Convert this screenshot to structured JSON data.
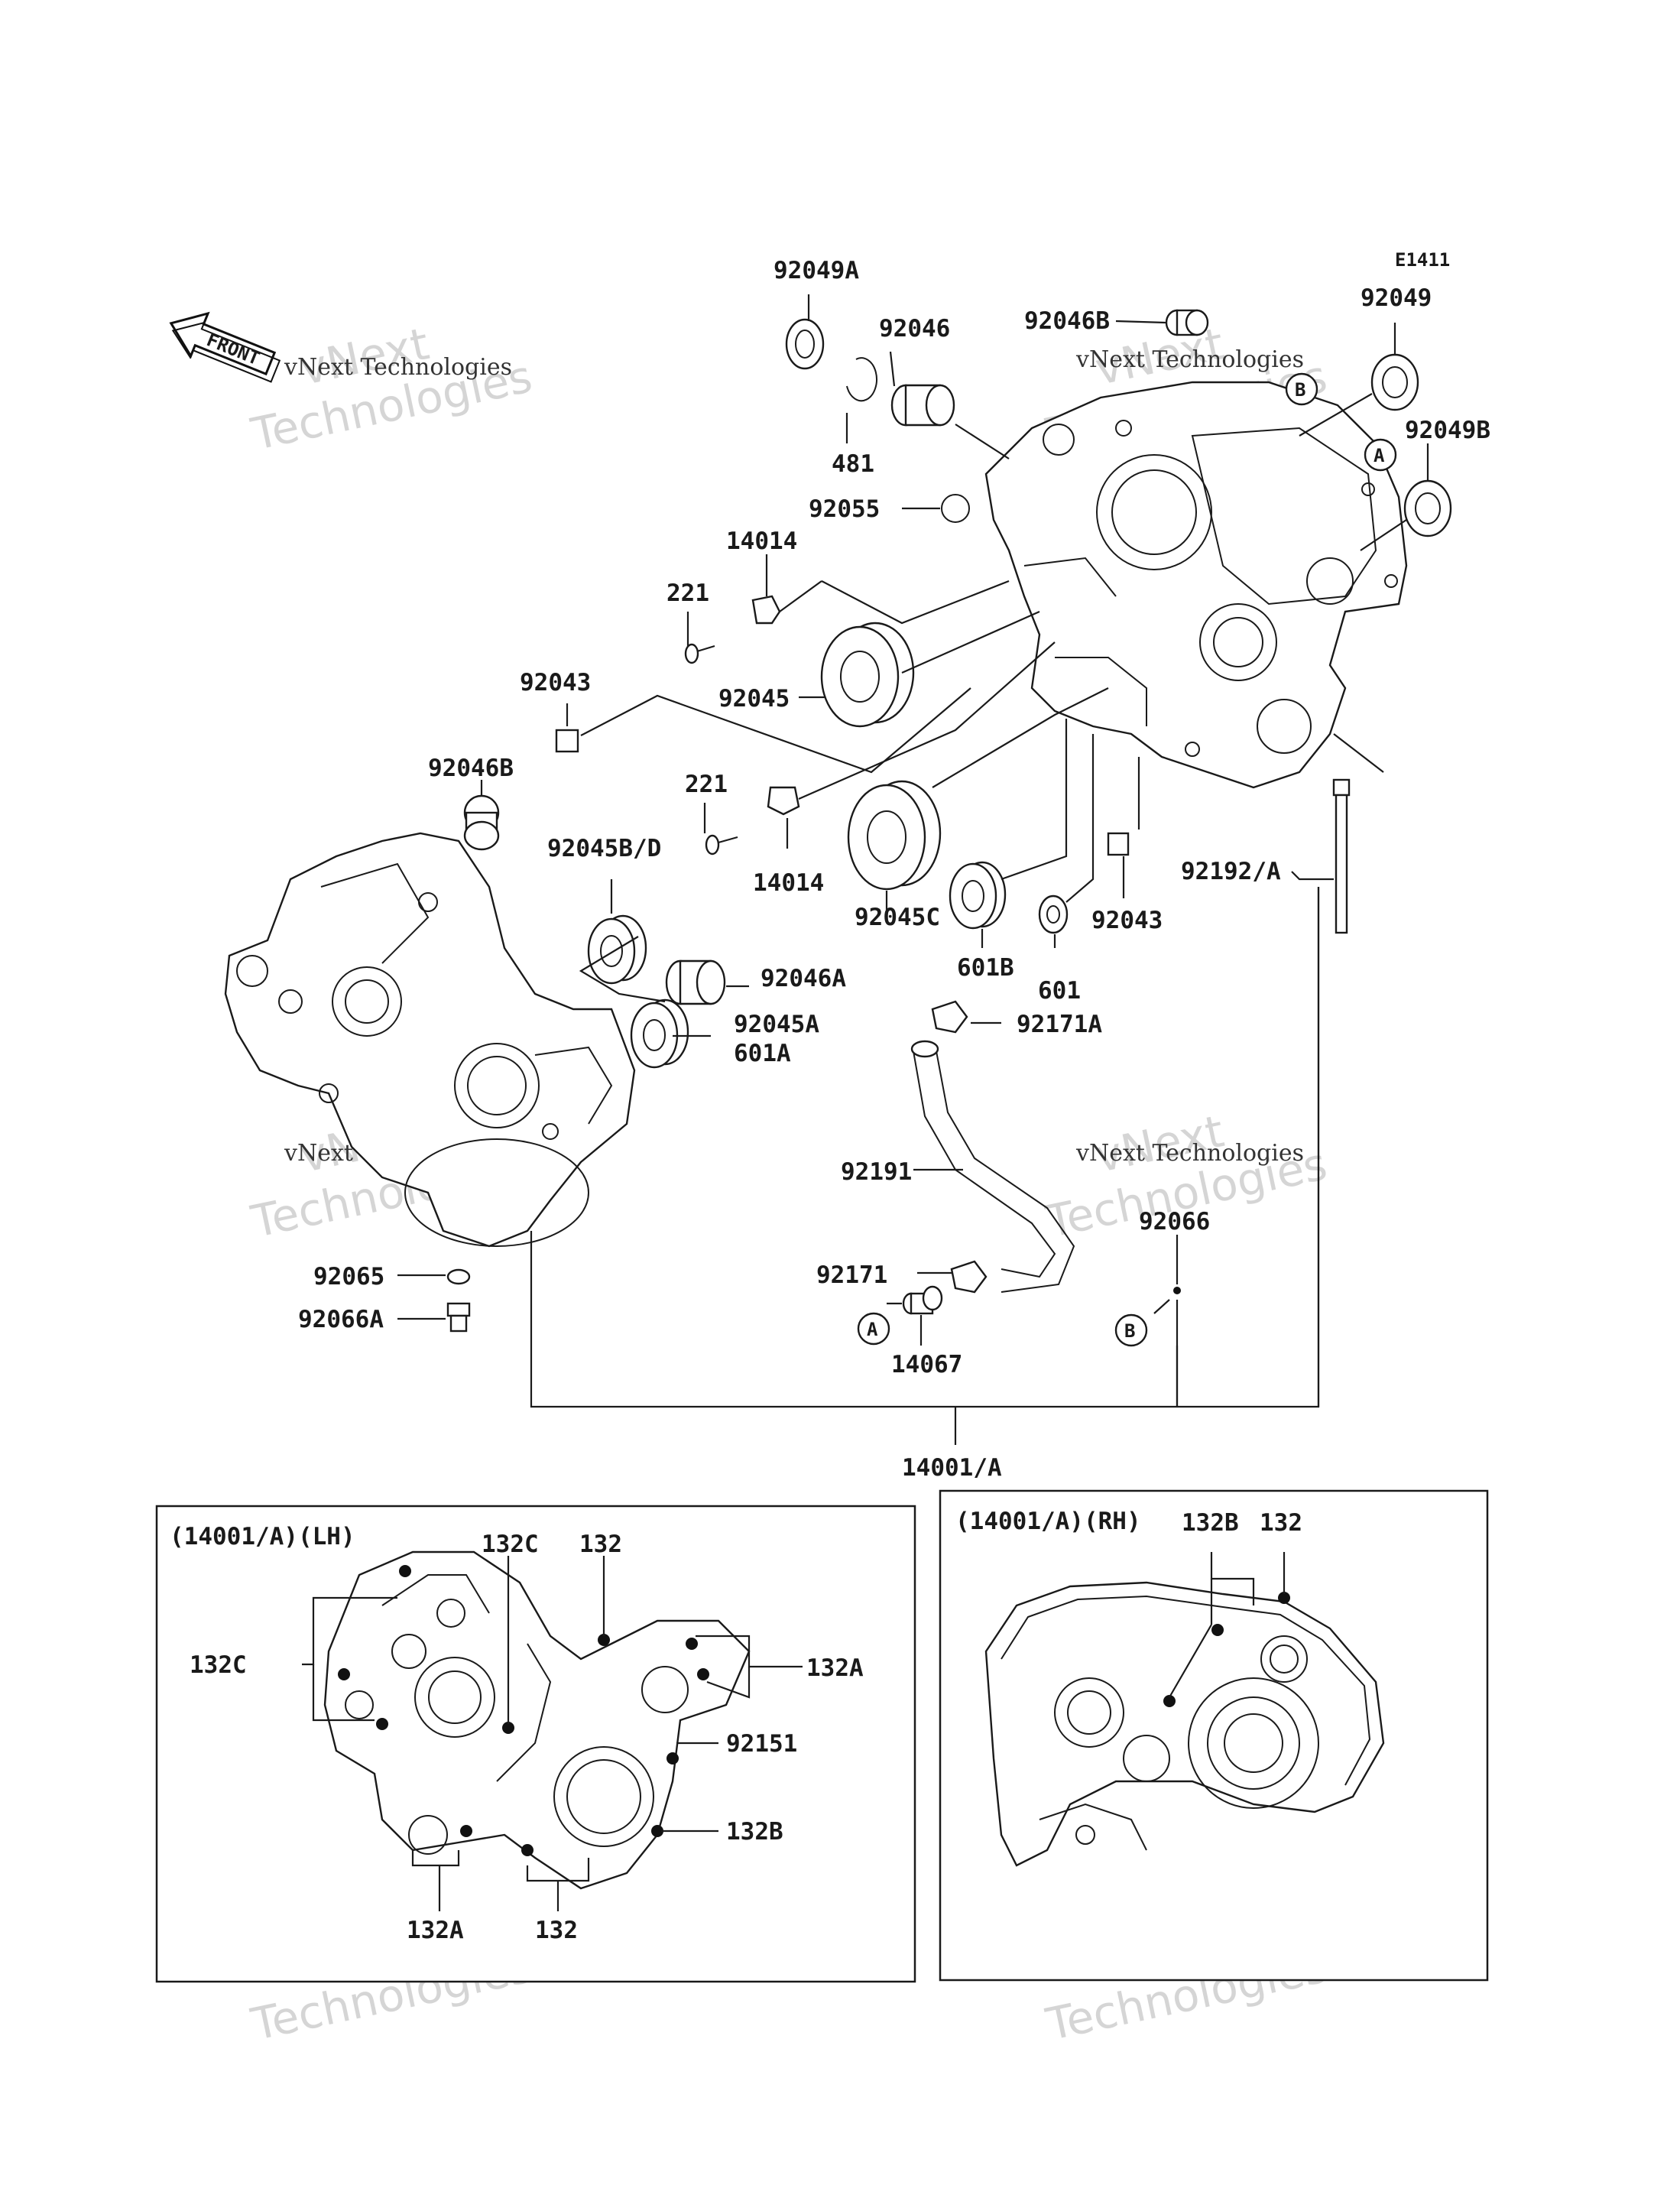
{
  "diagram_id": "E1411",
  "front_arrow_label": "FRONT",
  "watermark": {
    "line1": "vNext",
    "line2": "Technologies",
    "caption": "vNext Technologies"
  },
  "labels": {
    "p92049A": "92049A",
    "p92046": "92046",
    "p92046B_top": "92046B",
    "p92049": "92049",
    "p92049B": "92049B",
    "p481": "481",
    "p92055": "92055",
    "p14014_top": "14014",
    "p221_top": "221",
    "p92045": "92045",
    "p92043_left": "92043",
    "p92046B_left": "92046B",
    "p221_mid": "221",
    "p92045BD": "92045B/D",
    "p14014_mid": "14014",
    "p92045C": "92045C",
    "p92192A": "92192/A",
    "p92043_right": "92043",
    "p601B": "601B",
    "p601": "601",
    "p92046A": "92046A",
    "p92045A": "92045A",
    "p601A": "601A",
    "p92171A": "92171A",
    "p92191": "92191",
    "p92066": "92066",
    "p92065": "92065",
    "p92066A": "92066A",
    "p92171": "92171",
    "p14067": "14067",
    "p14001A": "14001/A",
    "callout_A": "A",
    "callout_B": "B"
  },
  "inset_lh": {
    "title": "(14001/A)(LH)",
    "p132C_top": "132C",
    "p132_top": "132",
    "p132C_left": "132C",
    "p132A_right": "132A",
    "p92151": "92151",
    "p132B": "132B",
    "p132A_bottom": "132A",
    "p132_bottom": "132"
  },
  "inset_rh": {
    "title": "(14001/A)(RH)",
    "p132B": "132B",
    "p132": "132"
  }
}
